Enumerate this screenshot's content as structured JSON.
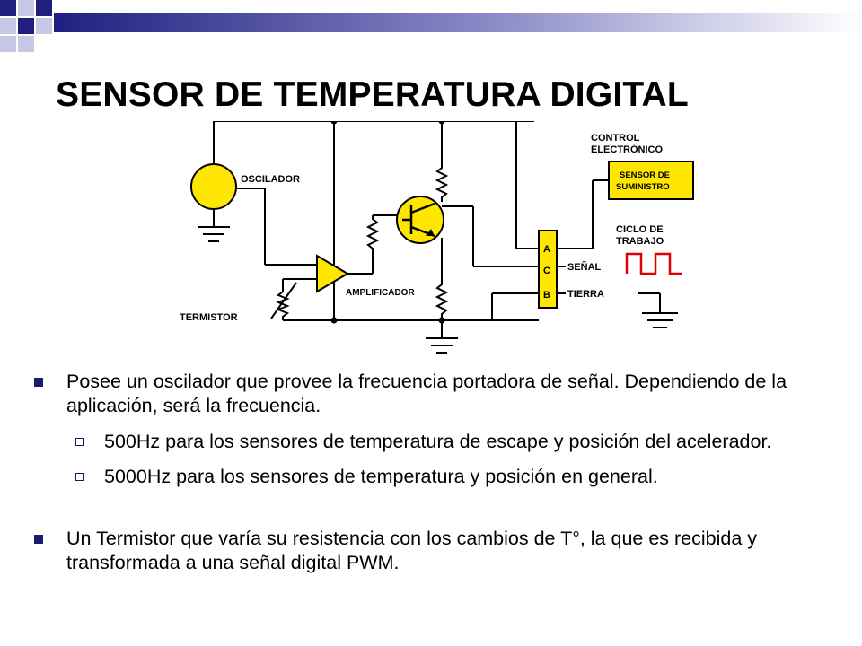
{
  "slide": {
    "title": "SENSOR DE TEMPERATURA DIGITAL"
  },
  "diagram": {
    "labels": {
      "oscillator": "OSCILADOR",
      "amplifier": "AMPLIFICADOR",
      "thermistor": "TERMISTOR",
      "control_line1": "CONTROL",
      "control_line2": "ELECTRÓNICO",
      "supply_line1": "SENSOR DE",
      "supply_line2": "SUMINISTRO",
      "duty_line1": "CICLO DE",
      "duty_line2": "TRABAJO",
      "signal": "SEÑAL",
      "ground": "TIERRA",
      "pin_a": "A",
      "pin_c": "C",
      "pin_b": "B"
    },
    "colors": {
      "yellow": "#FFE600",
      "wire": "#000000",
      "pwm": "#E00000"
    }
  },
  "bullets": [
    {
      "level": 1,
      "text": "Posee un oscilador que provee la frecuencia portadora de señal. Dependiendo de la aplicación, será la frecuencia."
    },
    {
      "level": 2,
      "text": "500Hz  para los sensores de temperatura de escape y posición del acelerador."
    },
    {
      "level": 2,
      "text": "5000Hz  para los sensores de  temperatura  y  posición en general."
    },
    {
      "level": 1,
      "text": "Un Termistor que varía su resistencia con los cambios de  T°, la que es recibida y  transformada a una señal digital PWM."
    }
  ]
}
